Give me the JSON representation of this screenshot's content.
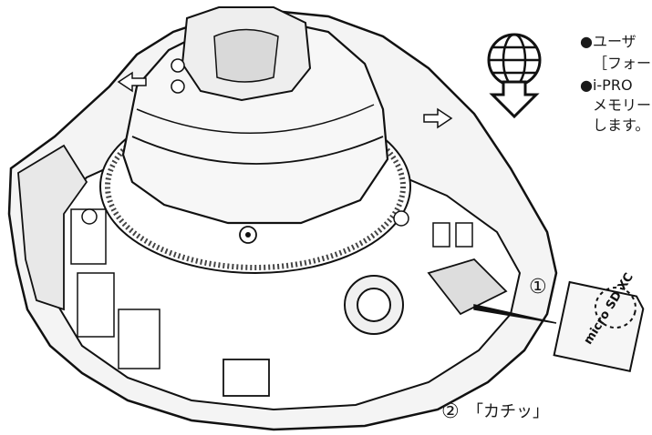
{
  "notes": {
    "line1": "●ユーザ",
    "line2": "［フォー",
    "line3": "●i-PRO",
    "line4": "メモリー",
    "line5": "します。"
  },
  "step1": {
    "marker": "①"
  },
  "step2": {
    "marker": "②",
    "sound": "「カチッ」"
  },
  "sd_card": {
    "brand_text": "micro SD XC"
  },
  "icons": [
    "globe-download-icon"
  ]
}
